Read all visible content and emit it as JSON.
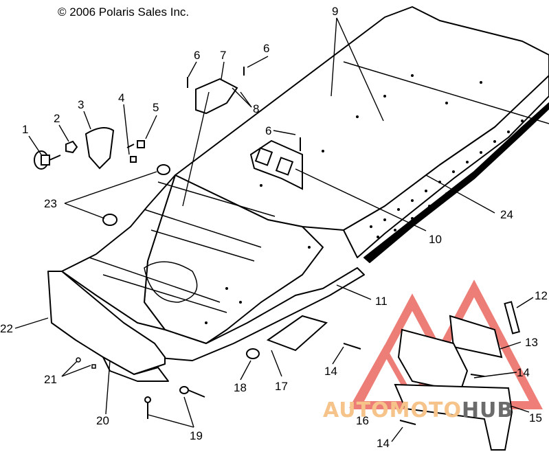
{
  "copyright": "© 2006 Polaris Sales Inc.",
  "watermark": {
    "part1": "AUTO",
    "part2": "MOTO",
    "part3": "HUB",
    "color_main": "#f6c48a",
    "color_dark": "#6b6b6b",
    "logo_color": "#e8534a"
  },
  "callouts": [
    {
      "id": "c1",
      "label": "1"
    },
    {
      "id": "c2",
      "label": "2"
    },
    {
      "id": "c3",
      "label": "3"
    },
    {
      "id": "c4",
      "label": "4"
    },
    {
      "id": "c5",
      "label": "5"
    },
    {
      "id": "c6a",
      "label": "6"
    },
    {
      "id": "c6b",
      "label": "6"
    },
    {
      "id": "c6c",
      "label": "6"
    },
    {
      "id": "c7",
      "label": "7"
    },
    {
      "id": "c8",
      "label": "8"
    },
    {
      "id": "c9",
      "label": "9"
    },
    {
      "id": "c10",
      "label": "10"
    },
    {
      "id": "c11",
      "label": "11"
    },
    {
      "id": "c12",
      "label": "12"
    },
    {
      "id": "c13",
      "label": "13"
    },
    {
      "id": "c14a",
      "label": "14"
    },
    {
      "id": "c14b",
      "label": "14"
    },
    {
      "id": "c14c",
      "label": "14"
    },
    {
      "id": "c15",
      "label": "15"
    },
    {
      "id": "c16",
      "label": "16"
    },
    {
      "id": "c17",
      "label": "17"
    },
    {
      "id": "c18",
      "label": "18"
    },
    {
      "id": "c19",
      "label": "19"
    },
    {
      "id": "c20",
      "label": "20"
    },
    {
      "id": "c21",
      "label": "21"
    },
    {
      "id": "c22",
      "label": "22"
    },
    {
      "id": "c23",
      "label": "23"
    },
    {
      "id": "c24",
      "label": "24"
    }
  ]
}
